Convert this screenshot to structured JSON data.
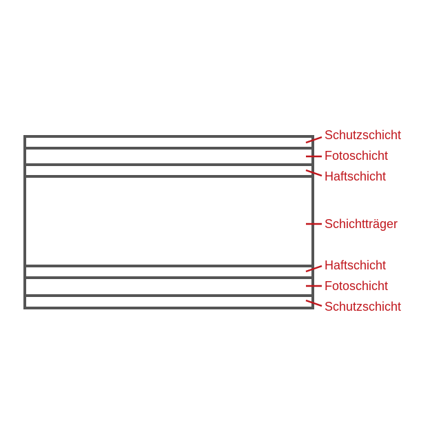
{
  "colors": {
    "layer_lines": "#555555",
    "labels": "#c0161c"
  },
  "labels": [
    {
      "text": "Schutzschicht"
    },
    {
      "text": "Fotoschicht"
    },
    {
      "text": "Haftschicht"
    },
    {
      "text": "Schichtträger"
    },
    {
      "text": "Haftschicht"
    },
    {
      "text": "Fotoschicht"
    },
    {
      "text": "Schutzschicht"
    }
  ]
}
